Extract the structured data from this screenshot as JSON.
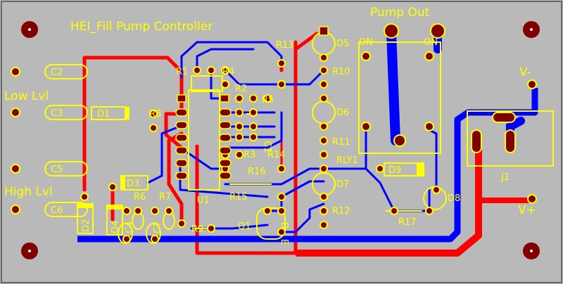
{
  "board": {
    "title": "HEI_Fill Pump Controller",
    "header_pump_out": "Pump Out",
    "on_left": "ON",
    "on_right": "ON",
    "low_lvl": "Low Lvl",
    "high_lvl": "High Lvl",
    "v_minus": "V-",
    "v_plus": "V+",
    "relay": "RLY1",
    "connector": "J1"
  },
  "refs": {
    "c2": "C2",
    "c3": "C3",
    "c5": "C5",
    "c6": "C6",
    "d1": "D1",
    "d2": "D2",
    "d3": "D3",
    "d4": "D4",
    "d5": "D5",
    "d6": "D6",
    "d7": "D7",
    "d8": "D8",
    "d9": "D9",
    "r1": "R1",
    "r2": "R2",
    "r3": "R3",
    "r4": "R4",
    "r5": "R5",
    "r6": "R6",
    "r7": "R7",
    "r8": "R8",
    "r9": "R9",
    "r10": "R10",
    "r11": "R11",
    "r12": "R12",
    "r13": "R13",
    "r14": "R14",
    "r15": "R15",
    "r16": "R16",
    "r17": "R17",
    "c1": "C1",
    "c4": "C4",
    "c7": "C7",
    "q1": "Q1",
    "u1": "U1",
    "q1_e": "E",
    "q1_b": "B"
  },
  "colors": {
    "background": "#b9b9b9",
    "silkscreen": "#ffff00",
    "top_trace": "#ff0000",
    "bottom_trace": "#0000ff",
    "pad": "#800000",
    "pad_ring": "#f0f0f0"
  }
}
